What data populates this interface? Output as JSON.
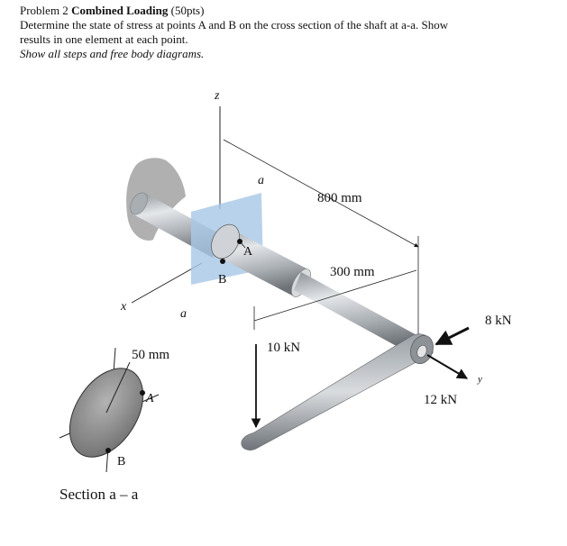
{
  "problem": {
    "number": "Problem 2",
    "title": "Combined Loading",
    "points": "(50pts)",
    "line1": "Determine the state of stress at points A and B on the cross section of the shaft at a-a. Show",
    "line2": "results in one element at each point.",
    "line3": "Show all steps and free body diagrams."
  },
  "figure": {
    "axis_z": "z",
    "axis_x": "x",
    "axis_y": "y",
    "section_mark_top": "a",
    "section_mark_bottom": "a",
    "point_a": "A",
    "point_b": "B",
    "dim_800": "800 mm",
    "dim_300": "300 mm",
    "force_10": "10 kN",
    "force_8": "8 kN",
    "force_12": "12 kN",
    "section_dim": "50 mm",
    "section_point_a": "A",
    "section_point_b": "B",
    "section_caption": "Section a – a"
  },
  "colors": {
    "shaft": "#b7bcc1",
    "section_plane": "#a9c8e6",
    "wall": "#b0b0b0",
    "section_fill": "#8d8d8d"
  }
}
